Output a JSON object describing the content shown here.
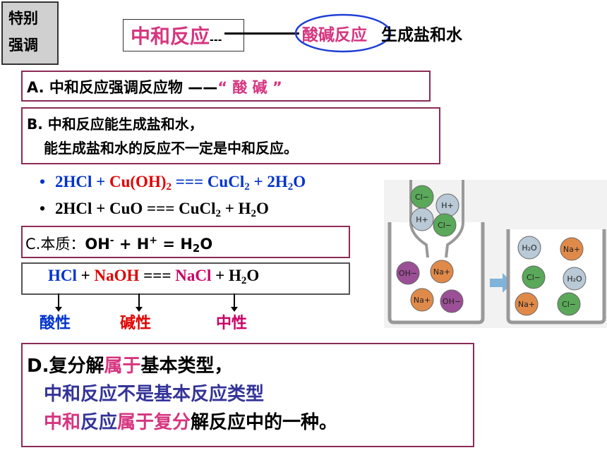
{
  "tag": {
    "line1": "特别",
    "line2": "强调"
  },
  "title": {
    "main": "中和反应",
    "dashes": "---",
    "highlight": "酸碱反应",
    "rest": "生成盐和水"
  },
  "pointA": {
    "text": "A. 中和反应强调反应物 ——",
    "quote_open": "“",
    "emph": "酸 碱",
    "quote_close": "”"
  },
  "pointB": {
    "line1": "B. 中和反应能生成盐和水，",
    "line2": "能生成盐和水的反应不一定是中和反应。"
  },
  "equations": {
    "eq1": {
      "bullet": "•",
      "a": "2HCl + ",
      "b": "Cu(OH)",
      "b_sub": "2",
      "c": " === CuCl",
      "c_sub": "2",
      "d": " + 2H",
      "d_sub": "2",
      "e": "O"
    },
    "eq2": {
      "bullet": "•",
      "a": "2HCl + CuO === CuCl",
      "a_sub": "2",
      "b": " + H",
      "b_sub": "2",
      "c": "O"
    }
  },
  "pointC": {
    "prefix": "C.本质：",
    "oh": "OH",
    "oh_sup": "-",
    "plus": " + H",
    "h_sup": "+",
    "eq": " =   H",
    "sub": "2",
    "o": "O"
  },
  "reaction": {
    "hcl": "HCl",
    "plus1": " + ",
    "naoh": "NaOH",
    "arrow": " === ",
    "nacl": "NaCl",
    "plus2": " + H",
    "h2o_sub": "2",
    "o": "O",
    "labels": {
      "acid": "酸性",
      "base": "碱性",
      "neutral": "中性"
    }
  },
  "pointD": {
    "line1_a": "D.复分解",
    "line1_b": "属于",
    "line1_c": "基本类型，",
    "line2": "中和反应不是基本反应类型",
    "line3_a": "中和",
    "line3_b": "反应",
    "line3_c": "属于复分",
    "line3_d": "解反应中的一种。"
  },
  "diagram": {
    "ions_left_top": [
      {
        "label": "Cl",
        "sup": "−",
        "color": "#5aa85a"
      },
      {
        "label": "H",
        "sup": "+",
        "color": "#b9c9d6"
      },
      {
        "label": "H",
        "sup": "+",
        "color": "#b9c9d6"
      },
      {
        "label": "Cl",
        "sup": "−",
        "color": "#5aa85a"
      }
    ],
    "ions_left_bottom": [
      {
        "label": "OH",
        "sup": "−",
        "color": "#9b4f96"
      },
      {
        "label": "Na",
        "sup": "+",
        "color": "#e08a4a"
      },
      {
        "label": "Na",
        "sup": "+",
        "color": "#e08a4a"
      },
      {
        "label": "OH",
        "sup": "−",
        "color": "#9b4f96"
      }
    ],
    "ions_right": [
      {
        "label": "H₂O",
        "sup": "",
        "color": "#b9c9d6"
      },
      {
        "label": "Na",
        "sup": "+",
        "color": "#e08a4a"
      },
      {
        "label": "Cl",
        "sup": "−",
        "color": "#5aa85a"
      },
      {
        "label": "H₂O",
        "sup": "",
        "color": "#b9c9d6"
      },
      {
        "label": "Na",
        "sup": "+",
        "color": "#e08a4a"
      },
      {
        "label": "Cl",
        "sup": "−",
        "color": "#5aa85a"
      }
    ]
  }
}
